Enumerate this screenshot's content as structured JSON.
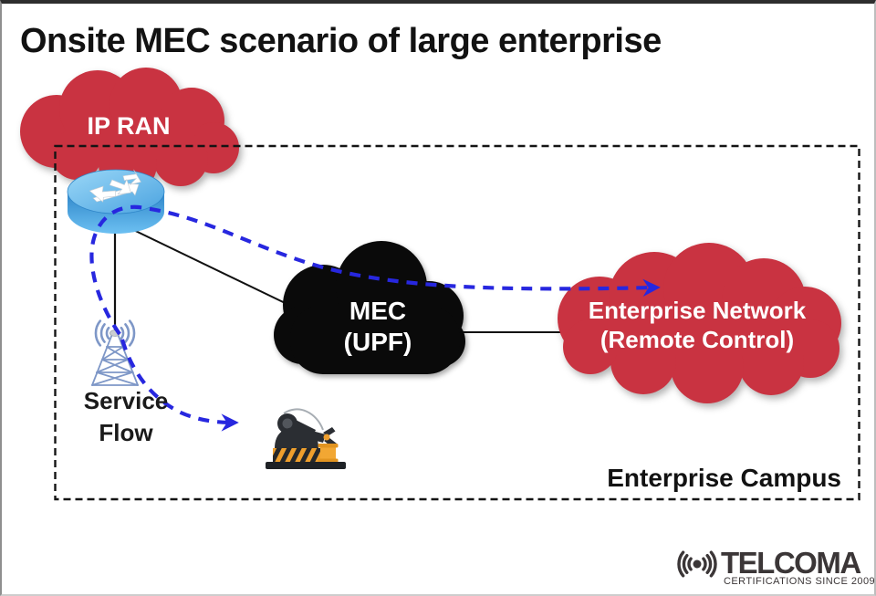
{
  "title": "Onsite MEC scenario of large enterprise",
  "diagram": {
    "ip_ran_cloud": {
      "label": "IP RAN"
    },
    "mec_cloud": {
      "line1": "MEC",
      "line2": "(UPF)"
    },
    "enterprise_network_cloud": {
      "line1": "Enterprise Network",
      "line2": "(Remote Control)"
    },
    "service_flow": {
      "line1": "Service",
      "line2": "Flow"
    },
    "enterprise_campus": {
      "label": "Enterprise Campus"
    }
  },
  "icons": {
    "router": "router-icon",
    "cell_tower": "cell-tower-icon",
    "robot_arm": "robot-arm-icon",
    "signal": "signal-waves-icon"
  },
  "logo": {
    "brand": "TELCOMA",
    "tagline": "CERTIFICATIONS SINCE 2009"
  },
  "colors": {
    "cloud_red": "#C93341",
    "cloud_black": "#0A0A0A",
    "flow_blue": "#2727DF",
    "boundary_black": "#141414",
    "tower_blue": "#7E97C7",
    "robot_orange": "#EF9F2D",
    "logo_gray": "#3B3637",
    "text_black": "#121212"
  }
}
